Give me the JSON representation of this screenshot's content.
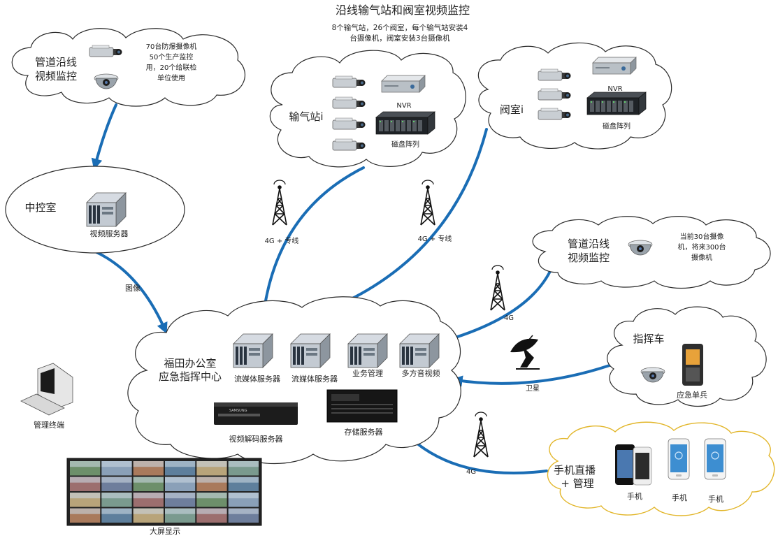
{
  "colors": {
    "arrow": "#1a6db5",
    "cloud_stroke": "#2b2b2b",
    "phone_cloud_stroke": "#e2b62a",
    "tower": "#111111"
  },
  "header": {
    "title": "沿线输气站和阀室视频监控",
    "subtitle_line1": "8个输气站，26个阀室，每个输气站安装4",
    "subtitle_line2": "台摄像机，阀室安装3台摄像机"
  },
  "pipeline_top": {
    "title_line1": "管道沿线",
    "title_line2": "视频监控",
    "desc": [
      "70台防爆摄像机",
      "50个生产监控",
      "用，20个给联检",
      "单位使用"
    ]
  },
  "gas_station": {
    "title": "输气站i",
    "nvr": "NVR",
    "disk_array": "磁盘阵列"
  },
  "valve_room": {
    "title": "阀室i",
    "nvr": "NVR",
    "disk_array": "磁盘阵列"
  },
  "central_control": {
    "title": "中控室",
    "video_server": "视频服务器"
  },
  "pipeline_right": {
    "title_line1": "管道沿线",
    "title_line2": "视频监控",
    "desc": [
      "当前30台摄像",
      "机，将来300台",
      "摄像机"
    ]
  },
  "command_vehicle": {
    "title": "指挥车",
    "emergency_soldier": "应急单兵"
  },
  "phone_live": {
    "title_line1": "手机直播",
    "title_line2": "+ 管理",
    "phones": [
      "手机",
      "手机",
      "手机"
    ]
  },
  "center": {
    "title_line1": "福田办公室",
    "title_line2": "应急指挥中心",
    "servers": [
      "流媒体服务器",
      "流媒体服务器",
      "业务管理",
      "多方音视频"
    ],
    "decoder": "视频解码服务器",
    "storage": "存储服务器",
    "decoder_brand": "SAMSUNG"
  },
  "links": {
    "image": "图像",
    "station_link": "4G + 专线",
    "valve_link": "4G + 专线",
    "right_4g": "4G",
    "satellite": "卫星",
    "phone_4g": "4G"
  },
  "terminal": {
    "label": "管理终端"
  },
  "big_screen": {
    "label": "大屏显示",
    "rows": 4,
    "cols": 6
  }
}
